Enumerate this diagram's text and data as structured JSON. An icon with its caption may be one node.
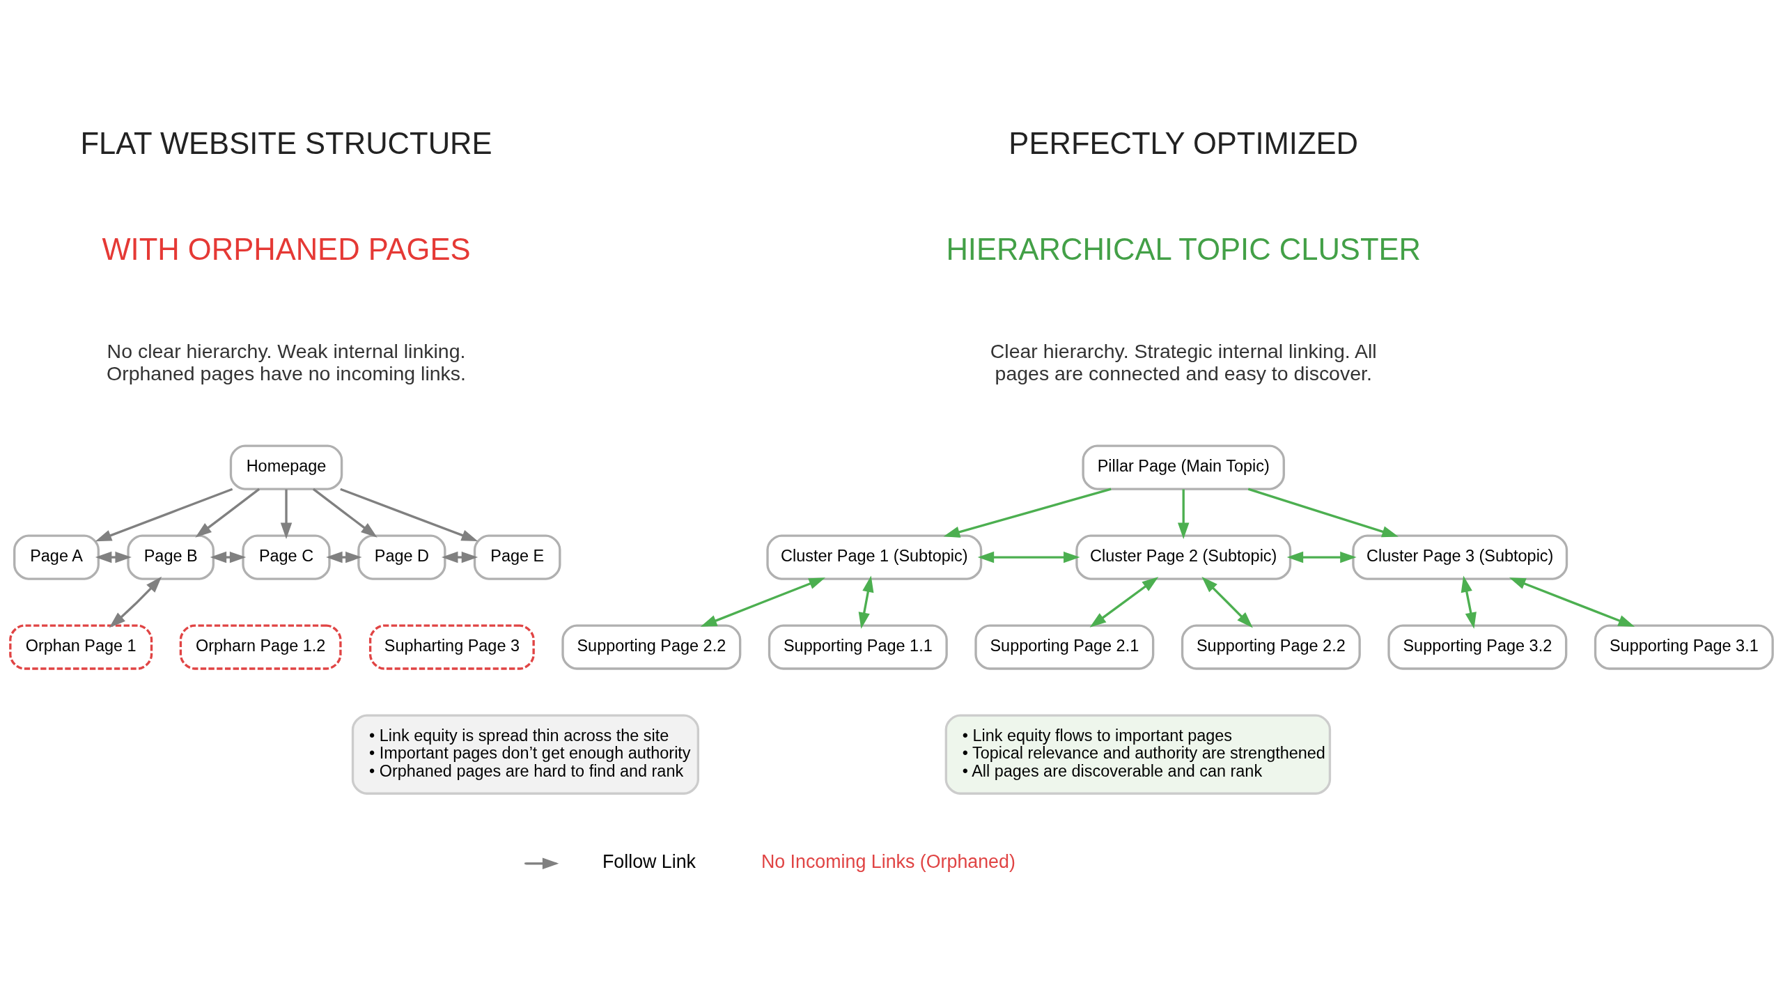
{
  "diagram": {
    "nodes": [
      {
        "text": [
          "Homepage"
        ]
      },
      {
        "text": [
          "Page A"
        ]
      },
      {
        "text": [
          "Page B"
        ]
      },
      {
        "text": [
          "Page C"
        ]
      },
      {
        "text": [
          "Page D"
        ]
      },
      {
        "text": [
          "Page E"
        ]
      },
      {
        "text": [
          "Orphan Page 1"
        ]
      },
      {
        "text": [
          "Orpharn Page 1.2"
        ]
      },
      {
        "text": [
          "Supharting Page 3"
        ]
      },
      {
        "text": [
          "Pillar Page (Main Topic)"
        ]
      },
      {
        "text": [
          "Cluster Page 1 (Subtopic)"
        ]
      },
      {
        "text": [
          "Cluster Page 2 (Subtopic)"
        ]
      },
      {
        "text": [
          "Cluster Page 3 (Subtopic)"
        ]
      },
      {
        "text": [
          "Supporting Page 1.1"
        ]
      },
      {
        "text": [
          "Supporting Page 2.2"
        ]
      },
      {
        "text": [
          "Supporting Page 2.1"
        ]
      },
      {
        "text": [
          "Supporting Page 2.2"
        ]
      },
      {
        "text": [
          "Supporting Page 3.1"
        ]
      },
      {
        "text": [
          "Supporting Page 3.2"
        ]
      },
      {
        "text": [
          "• Link equity is spread thin across the site",
          "• Important pages don’t get enough authority",
          "• Orphaned pages are hard to find and rank"
        ]
      },
      {
        "text": [
          "• Link equity flows to important pages",
          "• Topical relevance and authority are strengthened",
          "• All pages are discoverable and can rank"
        ]
      }
    ],
    "edges": [
      {
        "from": 0,
        "to": 1,
        "arrow": "to",
        "color": "#808080"
      },
      {
        "from": 0,
        "to": 2,
        "arrow": "to",
        "color": "#808080"
      },
      {
        "from": 0,
        "to": 3,
        "arrow": "to",
        "color": "#808080"
      },
      {
        "from": 0,
        "to": 4,
        "arrow": "to",
        "color": "#808080"
      },
      {
        "from": 0,
        "to": 5,
        "arrow": "to",
        "color": "#808080"
      },
      {
        "from": 1,
        "to": 2,
        "arrow": "both",
        "color": "#808080"
      },
      {
        "from": 2,
        "to": 3,
        "arrow": "both",
        "color": "#808080"
      },
      {
        "from": 3,
        "to": 4,
        "arrow": "both",
        "color": "#808080"
      },
      {
        "from": 4,
        "to": 5,
        "arrow": "both",
        "color": "#808080"
      },
      {
        "from": 2,
        "to": 6,
        "arrow": "both",
        "color": "#808080"
      },
      {
        "from": 9,
        "to": 10,
        "arrow": "to"
      },
      {
        "from": 9,
        "to": 11,
        "arrow": "to"
      },
      {
        "from": 9,
        "to": 12,
        "arrow": "to"
      },
      {
        "from": 10,
        "to": 11,
        "arrow": "both"
      },
      {
        "from": 11,
        "to": 12,
        "arrow": "both"
      },
      {
        "from": 10,
        "to": 13,
        "arrow": "both"
      },
      {
        "from": 10,
        "to": 14,
        "arrow": "both"
      },
      {
        "from": 11,
        "to": 15,
        "arrow": "both"
      },
      {
        "from": 11,
        "to": 16,
        "arrow": "both"
      },
      {
        "from": 12,
        "to": 17,
        "arrow": "both"
      },
      {
        "from": 12,
        "to": 18,
        "arrow": "both"
      }
    ],
    "labels": [
      "FLAT WEBSITE STRUCTURE",
      "WITH ORPHANED PAGES",
      "No clear hierarchy. Weak internal linking. Orphaned pages have no incoming links.",
      "PERFECTLY OPTIMIZED",
      "HIERARCHICAL TOPIC CLUSTER",
      "Clear hierarchy. Strategic internal linking. All pages are connected and easy to discover."
    ],
    "legend": [
      {
        "text": "Follow Link"
      },
      {
        "text": "No Incoming Links (Orphaned)"
      }
    ]
  }
}
